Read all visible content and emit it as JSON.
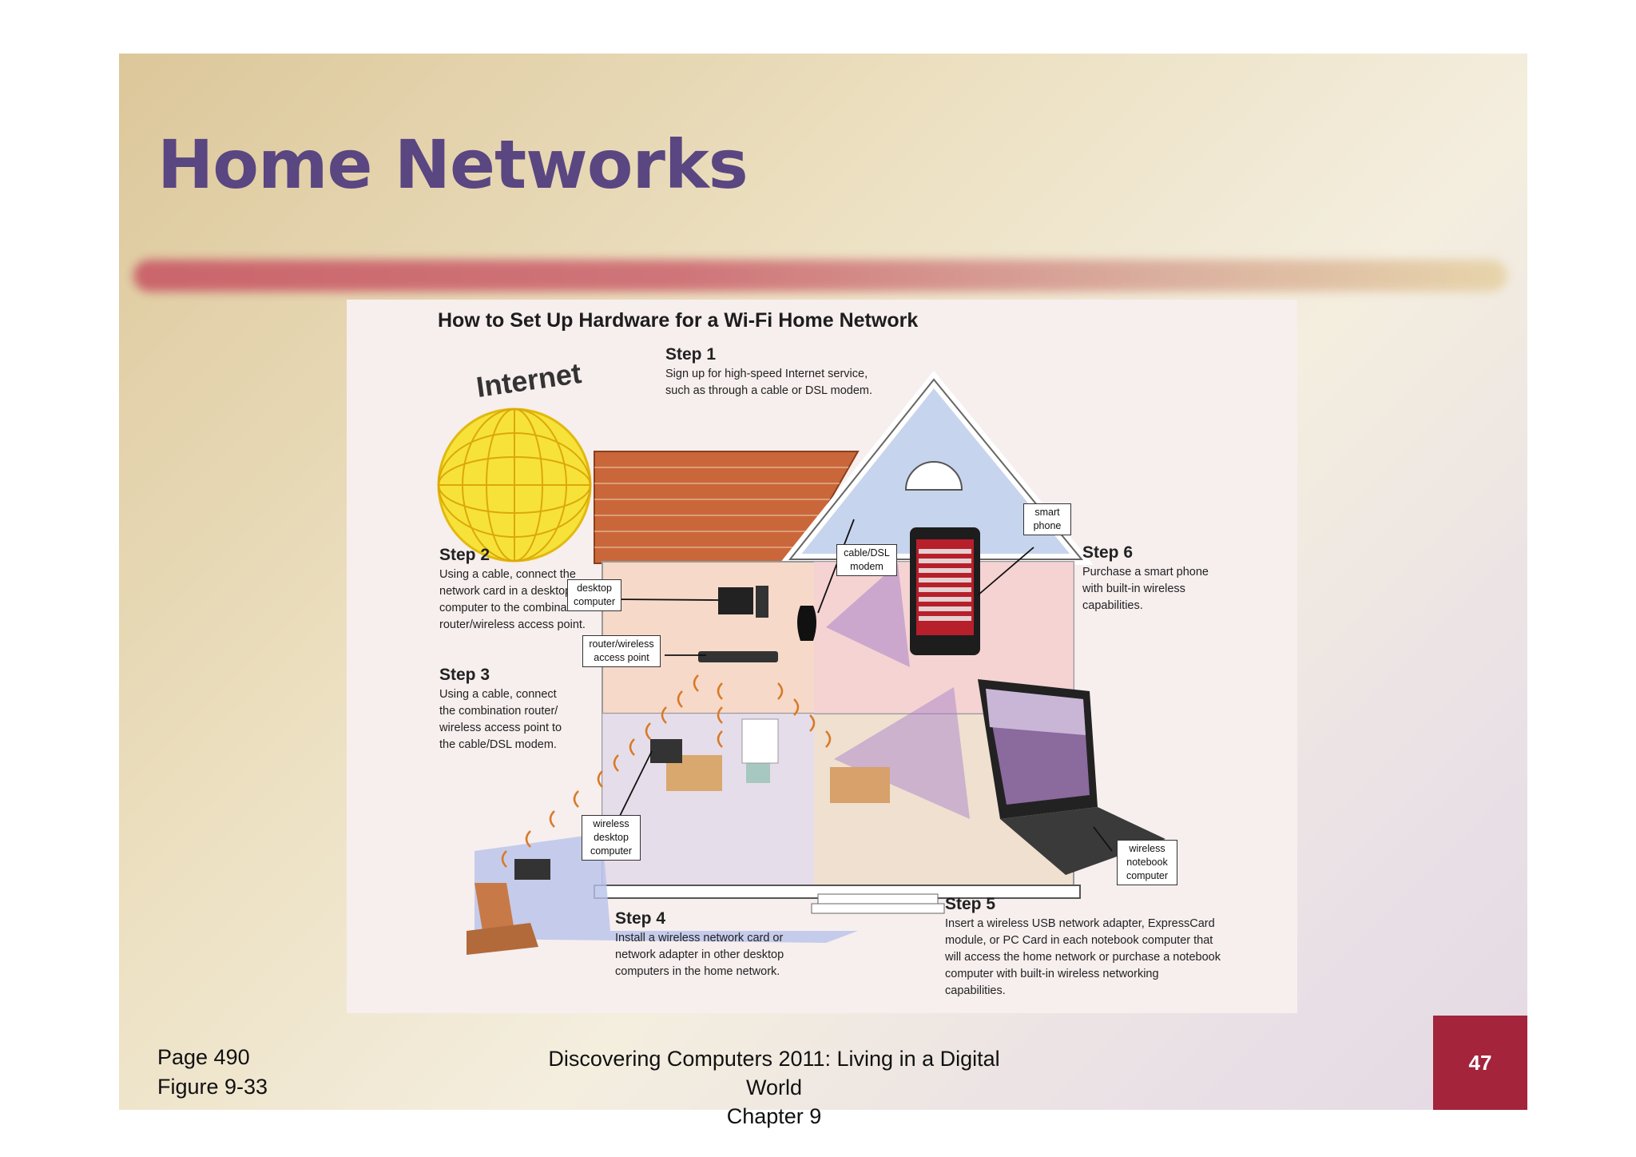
{
  "slide": {
    "title": "Home Networks",
    "page_number": "47"
  },
  "figure": {
    "title": "How to Set Up Hardware for a Wi-Fi Home Network",
    "internet_label": "Internet",
    "steps": [
      {
        "title": "Step 1",
        "text": "Sign up for high-speed Internet service, such as through a cable or DSL modem."
      },
      {
        "title": "Step 2",
        "text": "Using a cable, connect the network card in a desktop computer to the combination router/wireless access point."
      },
      {
        "title": "Step 3",
        "text": "Using a cable, connect the combination router/ wireless access point to the cable/DSL modem."
      },
      {
        "title": "Step 4",
        "text": "Install a wireless network card or network adapter in other desktop computers in the home network."
      },
      {
        "title": "Step 5",
        "text": "Insert a wireless USB network adapter, ExpressCard module, or PC Card in each notebook computer that will access the home network or purchase a notebook computer with built-in wireless networking capabilities."
      },
      {
        "title": "Step 6",
        "text": "Purchase a smart phone with built-in wireless capabilities."
      }
    ],
    "labels": {
      "desktop_computer": "desktop computer",
      "router": "router/wireless access point",
      "modem": "cable/DSL modem",
      "smart_phone": "smart phone",
      "wireless_desktop": "wireless desktop computer",
      "wireless_notebook": "wireless notebook computer"
    }
  },
  "footer": {
    "page_ref": "Page 490",
    "figure_ref": "Figure 9-33",
    "book_title": "Discovering Computers 2011: Living in a Digital World",
    "chapter": "Chapter 9"
  }
}
